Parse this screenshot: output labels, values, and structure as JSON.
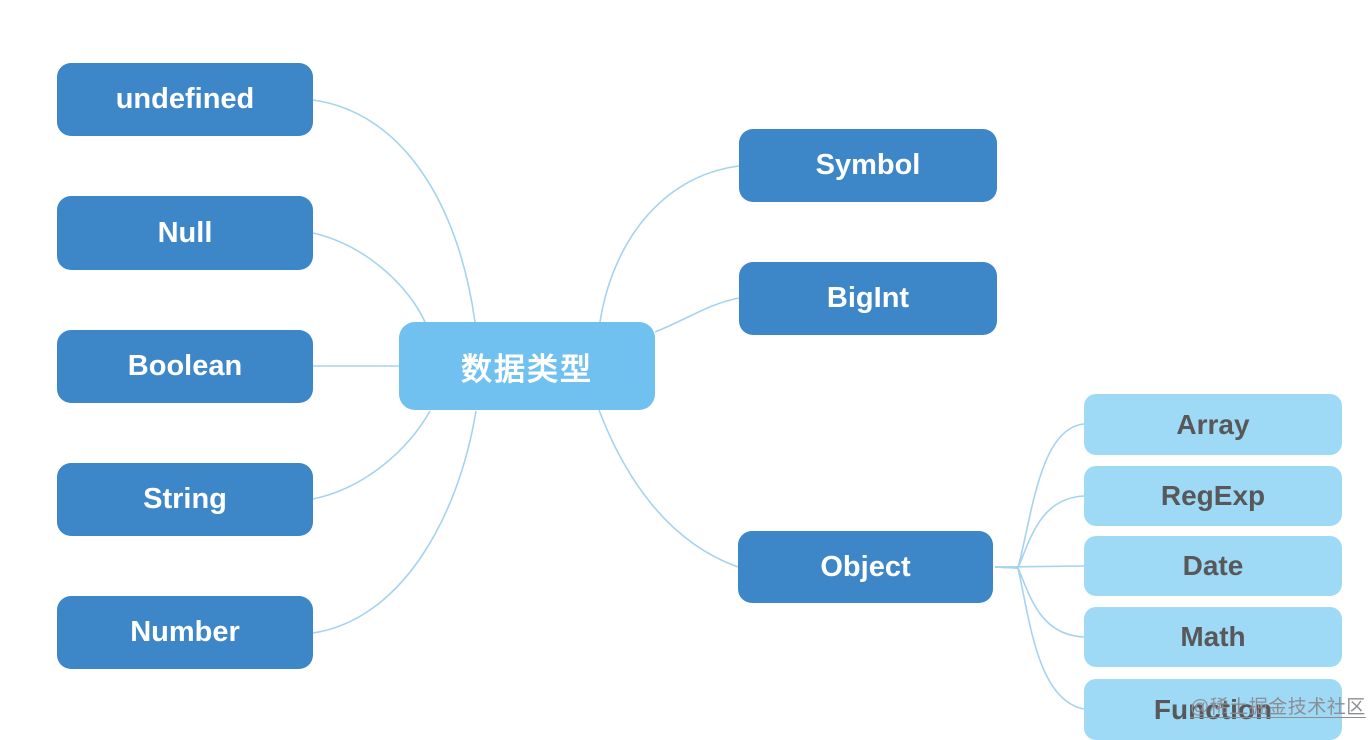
{
  "diagram": {
    "center": {
      "label": "数据类型"
    },
    "left_nodes": [
      {
        "label": "undefined"
      },
      {
        "label": "Null"
      },
      {
        "label": "Boolean"
      },
      {
        "label": "String"
      },
      {
        "label": "Number"
      }
    ],
    "right_nodes": [
      {
        "label": "Symbol"
      },
      {
        "label": "BigInt"
      },
      {
        "label": "Object"
      }
    ],
    "object_children": [
      {
        "label": "Array"
      },
      {
        "label": "RegExp"
      },
      {
        "label": "Date"
      },
      {
        "label": "Math"
      },
      {
        "label": "Function"
      }
    ],
    "colors": {
      "primary": "#3d87c9",
      "root": "#70c1ef",
      "child": "#9edaf6",
      "child_text": "#58585a",
      "line": "#a5d3ef",
      "text_light": "#ffffff",
      "watermark": "#8b8f94"
    },
    "watermark_text": "@稀土掘金技术社区"
  }
}
